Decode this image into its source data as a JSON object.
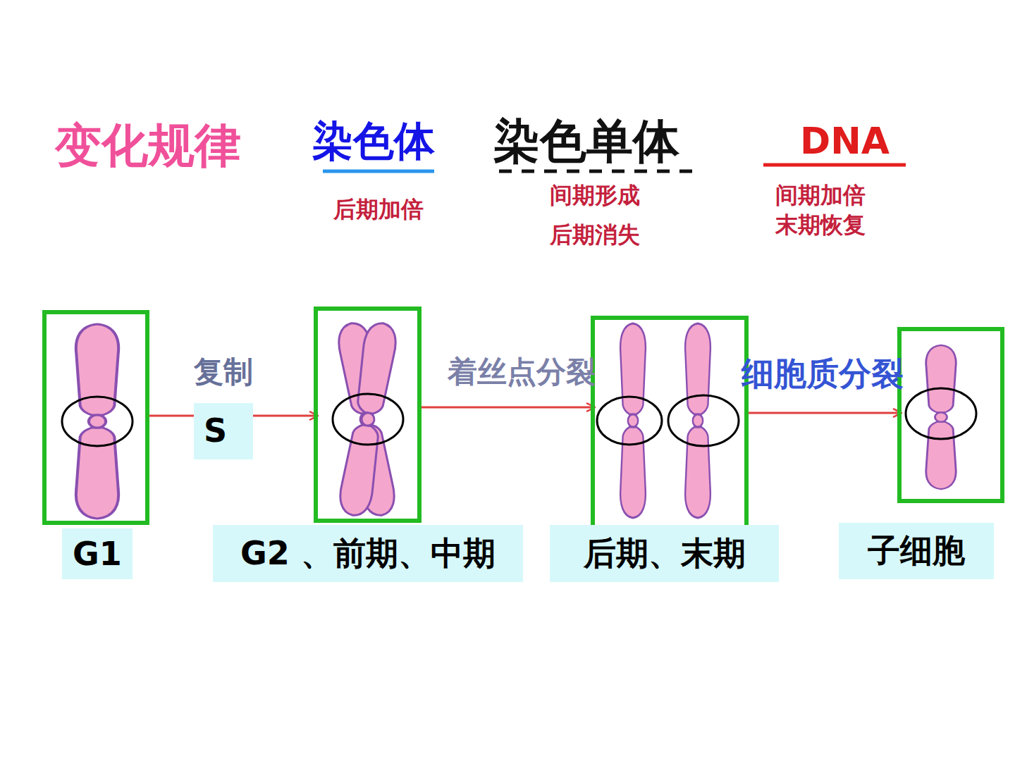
{
  "diagram": {
    "title": "变化规律",
    "nodes": [
      {
        "text": [
          "G1"
        ]
      },
      {
        "text": [
          "S"
        ]
      },
      {
        "text": [
          "G2 、前期、中期"
        ]
      },
      {
        "text": [
          "后期、末期"
        ]
      },
      {
        "text": [
          "子细胞"
        ]
      }
    ],
    "edges": [
      {
        "from": 0,
        "to": 2,
        "label": "复制",
        "arrow": "to"
      },
      {
        "from": 2,
        "to": 3,
        "label": "着丝点分裂",
        "arrow": "to"
      },
      {
        "from": 3,
        "to": 4,
        "label": "细胞质分裂",
        "arrow": "to"
      }
    ],
    "labels": [
      "染色体",
      "后期加倍",
      "染色单体",
      "间期形成",
      "后期消失",
      "DNA",
      "间期加倍",
      "末期恢复"
    ]
  }
}
